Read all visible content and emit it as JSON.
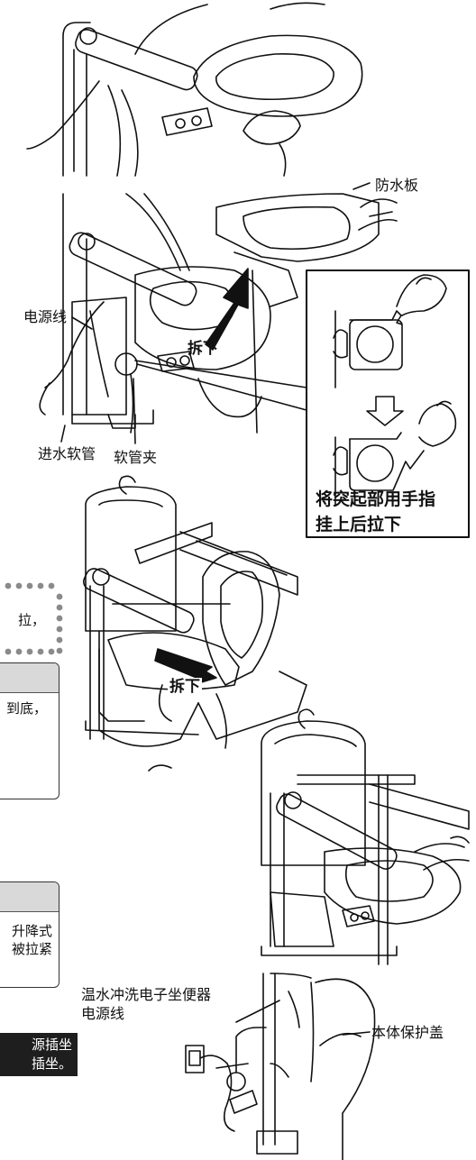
{
  "labels": {
    "waterproof_board": "防水板",
    "power_cord": "电源线",
    "remove_1": "拆下",
    "inlet_hose": "进水软管",
    "hose_clip": "软管夹",
    "callout_line1": "将突起部用手指",
    "callout_line2": "挂上后拉下",
    "remove_2": "拆下",
    "washlet_cord_line1": "温水冲洗电子坐便器",
    "washlet_cord_line2": "电源线",
    "body_cover": "本体保护盖"
  },
  "fragments": {
    "dotted_text": "拉，",
    "panel1_text": "到底，",
    "panel2_line1": "升降式",
    "panel2_line2": "被拉紧",
    "dark_line1": "源插坐",
    "dark_line2": "插坐。"
  },
  "colors": {
    "ink": "#111111",
    "panel_header": "#d9d9d9",
    "dark_box": "#1e1e1e",
    "dots": "#8a8a8a"
  }
}
